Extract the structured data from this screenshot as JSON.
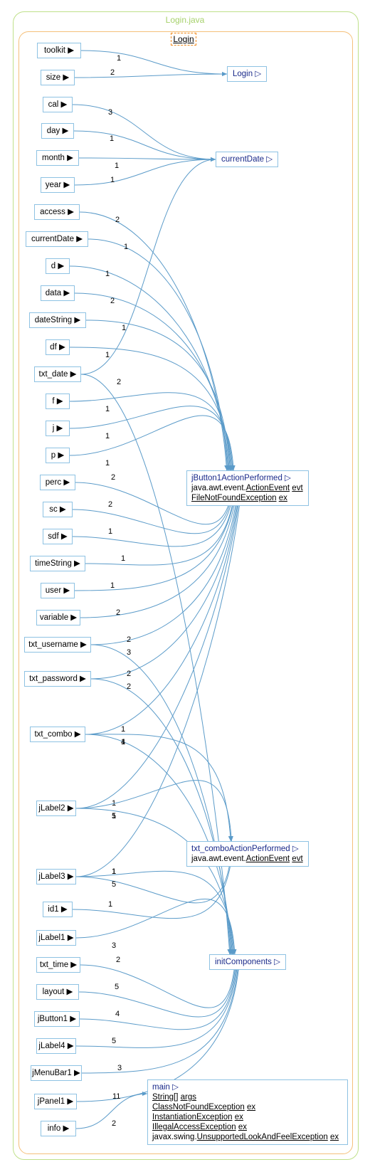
{
  "file_label": "Login.java",
  "class_label": "Login",
  "sources": [
    {
      "id": "toolkit",
      "label": "toolkit ▶"
    },
    {
      "id": "size",
      "label": "size ▶"
    },
    {
      "id": "cal",
      "label": "cal ▶"
    },
    {
      "id": "day",
      "label": "day ▶"
    },
    {
      "id": "month",
      "label": "month ▶"
    },
    {
      "id": "year",
      "label": "year ▶"
    },
    {
      "id": "access",
      "label": "access ▶"
    },
    {
      "id": "currentDate",
      "label": "currentDate ▶"
    },
    {
      "id": "d",
      "label": "d ▶"
    },
    {
      "id": "data",
      "label": "data ▶"
    },
    {
      "id": "dateString",
      "label": "dateString ▶"
    },
    {
      "id": "df",
      "label": "df ▶"
    },
    {
      "id": "txt_date",
      "label": "txt_date ▶"
    },
    {
      "id": "f",
      "label": "f ▶"
    },
    {
      "id": "j",
      "label": "j ▶"
    },
    {
      "id": "p",
      "label": "p ▶"
    },
    {
      "id": "perc",
      "label": "perc ▶"
    },
    {
      "id": "sc",
      "label": "sc ▶"
    },
    {
      "id": "sdf",
      "label": "sdf ▶"
    },
    {
      "id": "timeString",
      "label": "timeString ▶"
    },
    {
      "id": "user",
      "label": "user ▶"
    },
    {
      "id": "variable",
      "label": "variable ▶"
    },
    {
      "id": "txt_username",
      "label": "txt_username ▶"
    },
    {
      "id": "txt_password",
      "label": "txt_password ▶"
    },
    {
      "id": "txt_combo",
      "label": "txt_combo ▶"
    },
    {
      "id": "jLabel2",
      "label": "jLabel2 ▶"
    },
    {
      "id": "jLabel3",
      "label": "jLabel3 ▶"
    },
    {
      "id": "id1",
      "label": "id1 ▶"
    },
    {
      "id": "jLabel1",
      "label": "jLabel1 ▶"
    },
    {
      "id": "txt_time",
      "label": "txt_time ▶"
    },
    {
      "id": "layout",
      "label": "layout ▶"
    },
    {
      "id": "jButton1",
      "label": "jButton1 ▶"
    },
    {
      "id": "jLabel4",
      "label": "jLabel4 ▶"
    },
    {
      "id": "jMenuBar1",
      "label": "jMenuBar1 ▶"
    },
    {
      "id": "jPanel1",
      "label": "jPanel1 ▶"
    },
    {
      "id": "info",
      "label": "info ▶"
    }
  ],
  "targets": {
    "Login": {
      "name": "Login ▷"
    },
    "currentDate": {
      "name": "currentDate ▷"
    },
    "jButton1ActionPerformed": {
      "name": "jButton1ActionPerformed ▷",
      "line1_prefix": "java.awt.event.",
      "line1_type": "ActionEvent",
      "line1_param": "evt",
      "line2_type": "FileNotFoundException",
      "line2_param": "ex"
    },
    "txt_comboActionPerformed": {
      "name": "txt_comboActionPerformed ▷",
      "line1_prefix": "java.awt.event.",
      "line1_type": "ActionEvent",
      "line1_param": "evt"
    },
    "initComponents": {
      "name": "initComponents ▷"
    },
    "main": {
      "name": "main ▷",
      "l1_type": "String[]",
      "l1_param": "args",
      "l2_type": "ClassNotFoundException",
      "l2_param": "ex",
      "l3_type": "InstantiationException",
      "l3_param": "ex",
      "l4_type": "IllegalAccessException",
      "l4_param": "ex",
      "l5_prefix": "javax.swing.",
      "l5_type": "UnsupportedLookAndFeelException",
      "l5_param": "ex"
    }
  },
  "edges": [
    {
      "from": "toolkit",
      "to": "Login",
      "label": "1"
    },
    {
      "from": "size",
      "to": "Login",
      "label": "2"
    },
    {
      "from": "cal",
      "to": "currentDate",
      "label": "3"
    },
    {
      "from": "day",
      "to": "currentDate",
      "label": "1"
    },
    {
      "from": "month",
      "to": "currentDate",
      "label": "1"
    },
    {
      "from": "year",
      "to": "currentDate",
      "label": "1"
    },
    {
      "from": "txt_date",
      "to": "currentDate",
      "label": ""
    },
    {
      "from": "access",
      "to": "jButton1ActionPerformed",
      "label": "2"
    },
    {
      "from": "currentDate",
      "to": "jButton1ActionPerformed",
      "label": "1"
    },
    {
      "from": "d",
      "to": "jButton1ActionPerformed",
      "label": "1"
    },
    {
      "from": "data",
      "to": "jButton1ActionPerformed",
      "label": "2"
    },
    {
      "from": "dateString",
      "to": "jButton1ActionPerformed",
      "label": "1"
    },
    {
      "from": "df",
      "to": "jButton1ActionPerformed",
      "label": "1"
    },
    {
      "from": "f",
      "to": "jButton1ActionPerformed",
      "label": "1"
    },
    {
      "from": "j",
      "to": "jButton1ActionPerformed",
      "label": "1"
    },
    {
      "from": "p",
      "to": "jButton1ActionPerformed",
      "label": "1"
    },
    {
      "from": "perc",
      "to": "jButton1ActionPerformed",
      "label": "2"
    },
    {
      "from": "sc",
      "to": "jButton1ActionPerformed",
      "label": "2"
    },
    {
      "from": "sdf",
      "to": "jButton1ActionPerformed",
      "label": "1"
    },
    {
      "from": "timeString",
      "to": "jButton1ActionPerformed",
      "label": "1"
    },
    {
      "from": "user",
      "to": "jButton1ActionPerformed",
      "label": "1"
    },
    {
      "from": "variable",
      "to": "jButton1ActionPerformed",
      "label": "2"
    },
    {
      "from": "txt_username",
      "to": "jButton1ActionPerformed",
      "label": "2"
    },
    {
      "from": "txt_password",
      "to": "jButton1ActionPerformed",
      "label": "2"
    },
    {
      "from": "txt_combo",
      "to": "jButton1ActionPerformed",
      "label": "1"
    },
    {
      "from": "jLabel2",
      "to": "jButton1ActionPerformed",
      "label": "1"
    },
    {
      "from": "jLabel3",
      "to": "jButton1ActionPerformed",
      "label": "1"
    },
    {
      "from": "txt_date",
      "to": "initComponents",
      "label": "2"
    },
    {
      "from": "txt_username",
      "to": "initComponents",
      "label": "3"
    },
    {
      "from": "txt_password",
      "to": "initComponents",
      "label": "2"
    },
    {
      "from": "txt_combo",
      "to": "initComponents",
      "label": "4"
    },
    {
      "from": "txt_combo",
      "to": "txt_comboActionPerformed",
      "label": "1"
    },
    {
      "from": "jLabel2",
      "to": "txt_comboActionPerformed",
      "label": "1"
    },
    {
      "from": "jLabel2",
      "to": "initComponents",
      "label": "5"
    },
    {
      "from": "jLabel3",
      "to": "txt_comboActionPerformed",
      "label": "1"
    },
    {
      "from": "jLabel3",
      "to": "initComponents",
      "label": "5"
    },
    {
      "from": "id1",
      "to": "txt_comboActionPerformed",
      "label": "1"
    },
    {
      "from": "jLabel1",
      "to": "initComponents",
      "label": "3"
    },
    {
      "from": "txt_time",
      "to": "initComponents",
      "label": "2"
    },
    {
      "from": "layout",
      "to": "initComponents",
      "label": "5"
    },
    {
      "from": "jButton1",
      "to": "initComponents",
      "label": "4"
    },
    {
      "from": "jLabel4",
      "to": "initComponents",
      "label": "5"
    },
    {
      "from": "jMenuBar1",
      "to": "initComponents",
      "label": "3"
    },
    {
      "from": "jPanel1",
      "to": "initComponents",
      "label": "11"
    },
    {
      "from": "info",
      "to": "main",
      "label": "2"
    }
  ],
  "colors": {
    "edge": "#5b9bc9",
    "node_border": "#8ec2e3",
    "file_frame": "#bfe08a",
    "class_frame": "#f5c07a",
    "target_text": "#1a2a8a"
  }
}
